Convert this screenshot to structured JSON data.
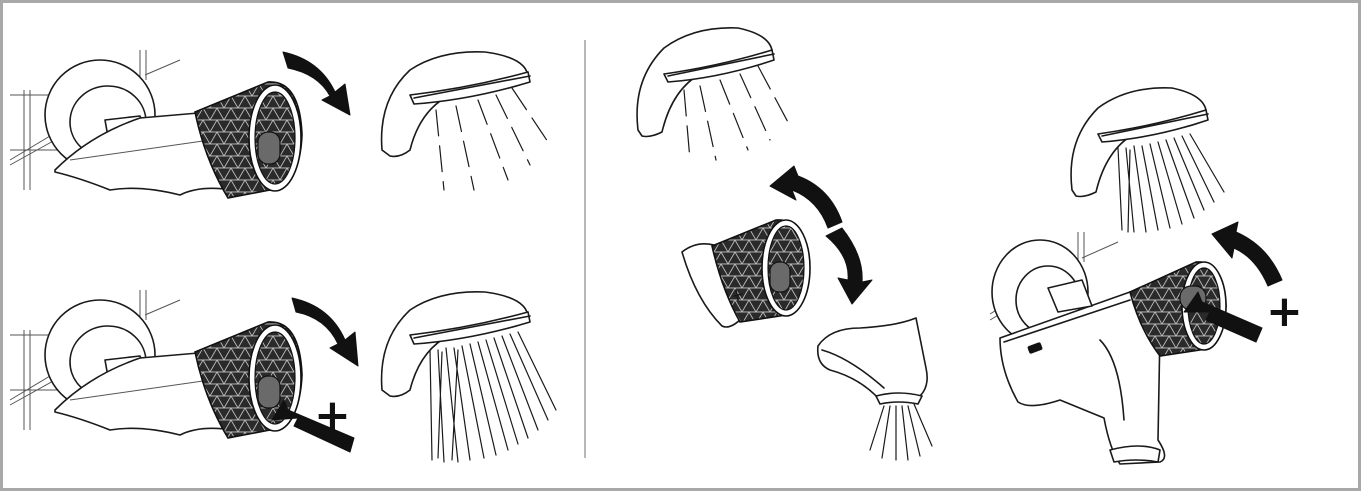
{
  "diagram": {
    "panels": [
      {
        "name": "cold-water-flow-reduced",
        "action": "turn-grip-down"
      },
      {
        "name": "cold-water-flow-full",
        "action": "turn-grip-down-and-push",
        "symbol": "+"
      },
      {
        "name": "diverter-shower-spout",
        "action": "turn-grip-up-or-down"
      },
      {
        "name": "mixer-temperature-increase",
        "action": "push-button-and-turn-up",
        "symbol": "+"
      }
    ],
    "symbols": {
      "plus": "+"
    },
    "icons": [
      "thermostat-grip-icon",
      "shower-head-icon",
      "curved-arrow-icon",
      "push-arrow-icon",
      "spout-icon",
      "mixer-tap-icon"
    ],
    "colors": {
      "frame": "#a8a8a8",
      "ink": "#1a1a1a",
      "divider": "#888888"
    }
  }
}
